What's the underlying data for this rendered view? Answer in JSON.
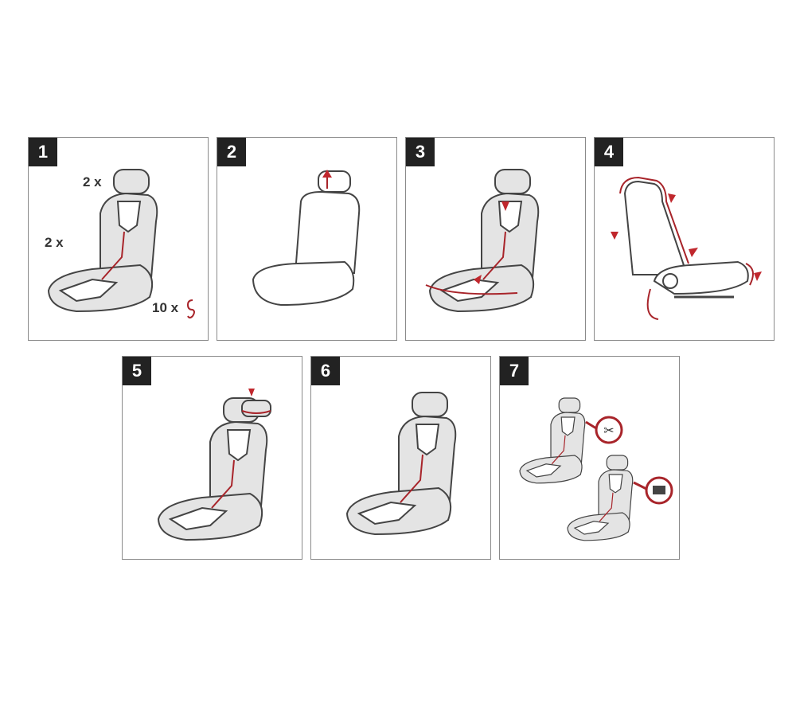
{
  "steps": [
    {
      "number": "1",
      "labels": {
        "headrest_count": "2 x",
        "seat_count": "2 x",
        "hook_count": "10 x"
      }
    },
    {
      "number": "2"
    },
    {
      "number": "3"
    },
    {
      "number": "4"
    },
    {
      "number": "5"
    },
    {
      "number": "6"
    },
    {
      "number": "7"
    }
  ],
  "colors": {
    "accent": "#c0272d",
    "badge": "#222222",
    "seat_fill": "#e4e4e4"
  }
}
